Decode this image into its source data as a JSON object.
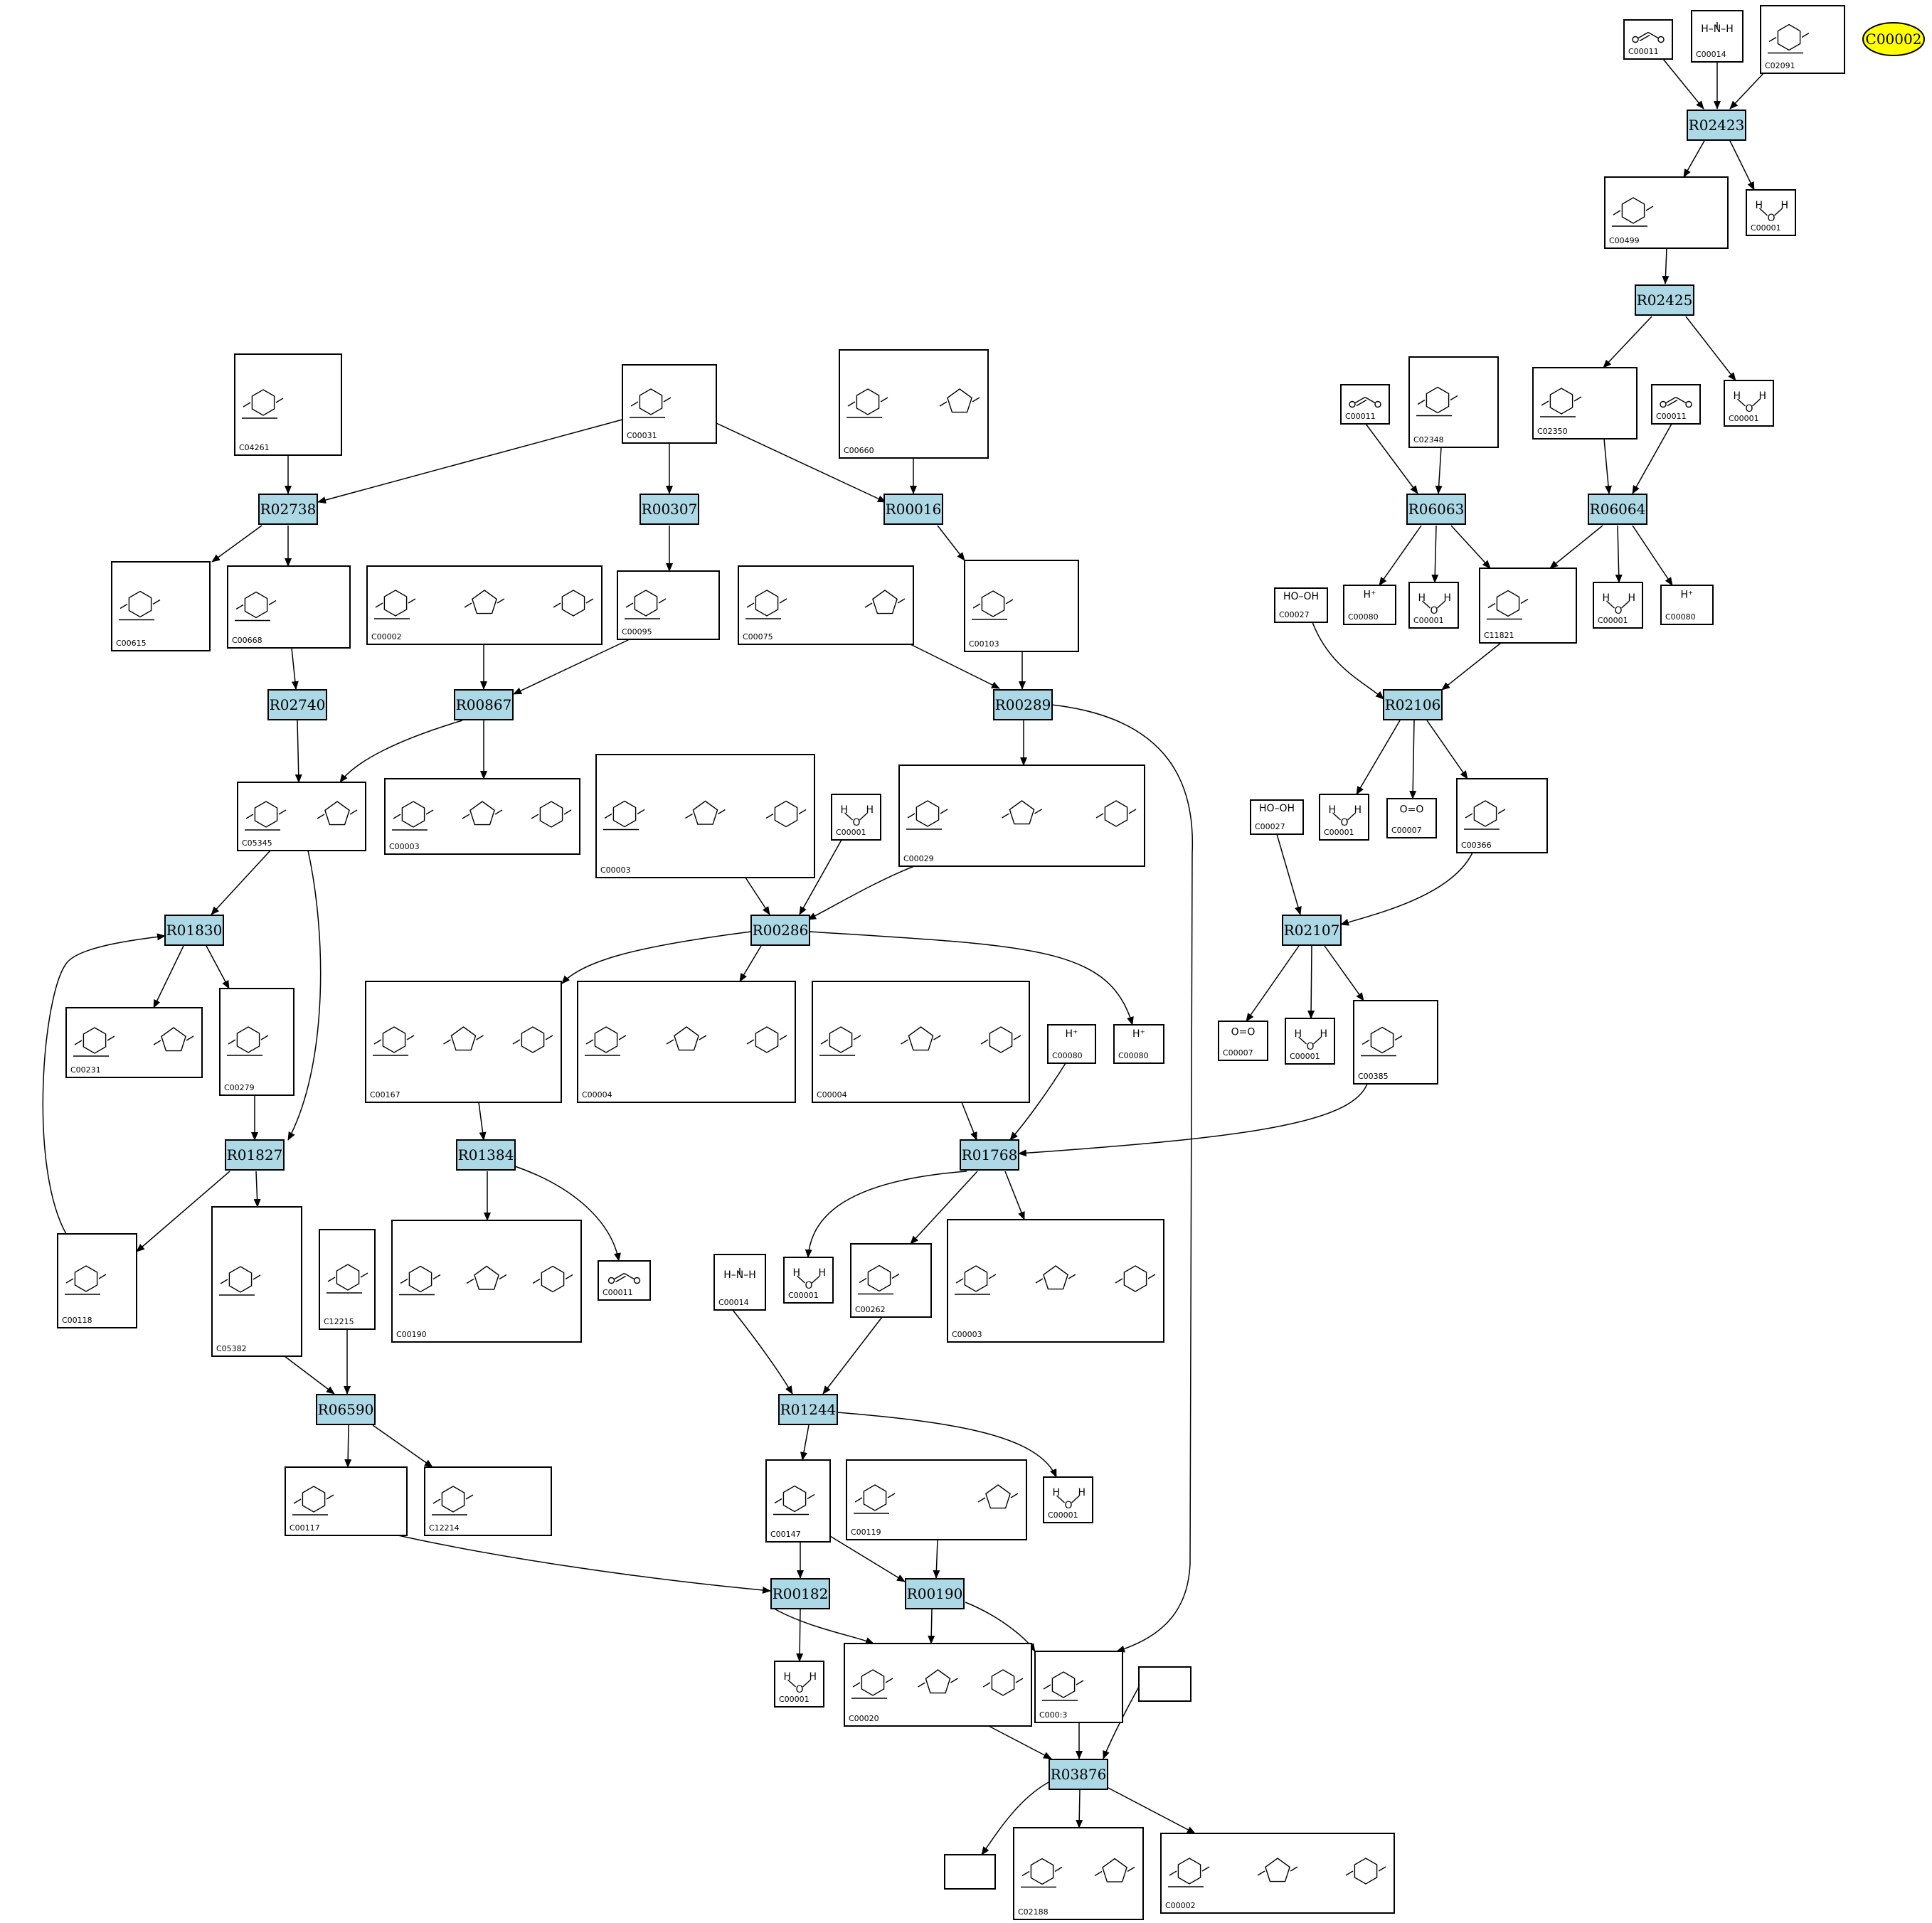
{
  "colors": {
    "reaction_fill": "#add8e6",
    "compound_fill": "#ffffff",
    "highlight_fill": "#ffff00",
    "stroke": "#000000"
  },
  "highlight": {
    "label": "C00002"
  },
  "reactions": {
    "R02423": "R02423",
    "R02425": "R02425",
    "R06063": "R06063",
    "R06064": "R06064",
    "R02106": "R02106",
    "R02107": "R02107",
    "R02738": "R02738",
    "R00307": "R00307",
    "R00016": "R00016",
    "R02740": "R02740",
    "R00867": "R00867",
    "R00289": "R00289",
    "R01830": "R01830",
    "R00286": "R00286",
    "R01827": "R01827",
    "R01384": "R01384",
    "R01768": "R01768",
    "R06590": "R06590",
    "R01244": "R01244",
    "R00182": "R00182",
    "R00190": "R00190",
    "R03876": "R03876"
  },
  "compounds": {
    "n_top_c00011": "C00011",
    "n_top_c00014": "C00014",
    "n_top_c02091": "C02091",
    "n_c00499": "C00499",
    "n_c00001_a": "C00001",
    "n_c00011_b": "C00011",
    "n_c02348": "C02348",
    "n_c02350": "C02350",
    "n_c00011_c": "C00011",
    "n_c00001_b": "C00001",
    "n_c00080_a": "C00080",
    "n_c00001_c": "C00001",
    "n_c11821": "C11821",
    "n_c00001_d": "C00001",
    "n_c00080_b": "C00080",
    "n_c00027_a": "C00027",
    "n_c00001_e": "C00001",
    "n_c00007_a": "C00007",
    "n_c00366": "C00366",
    "n_c00027_b": "C00027",
    "n_c00007_b": "C00007",
    "n_c00001_f": "C00001",
    "n_c00385": "C00385",
    "n_c04261": "C04261",
    "n_c00031": "C00031",
    "n_c00660": "C00660",
    "n_c00615": "C00615",
    "n_c00668": "C00668",
    "n_c00002_a": "C00002",
    "n_c00095": "C00095",
    "n_c00075": "C00075",
    "n_c00103": "C00103",
    "n_c05345": "C05345",
    "n_c00008": "C00003",
    "n_c00003_a": "C00003",
    "n_c00001_g": "C00001",
    "n_c00029": "C00029",
    "n_c00231": "C00231",
    "n_c00279": "C00279",
    "n_c00167": "C00167",
    "n_c00004_a": "C00004",
    "n_c00004_b": "C00004",
    "n_c00080_c": "C00080",
    "n_c00080_d": "C00080",
    "n_c00118": "C00118",
    "n_c05382": "C05382",
    "n_c12215": "C12215",
    "n_c00190": "C00190",
    "n_c00011_d": "C00011",
    "n_c00014_b": "C00014",
    "n_c00001_h": "C00001",
    "n_c00262": "C00262",
    "n_c00003_b": "C00003",
    "n_c00117": "C00117",
    "n_c12214": "C12214",
    "n_c00147": "C00147",
    "n_c00119": "C00119",
    "n_c00001_i": "C00001",
    "n_c00001_j": "C00001",
    "n_c00020": "C00020",
    "n_c00013": "C000:3",
    "n_c02188": "C02188",
    "n_c00002_b": "C00002"
  },
  "formulas": {
    "hplus": "H⁺",
    "hooh": "HO–OH",
    "oxygen": "O=O",
    "water_h": "H",
    "water_o": "O",
    "ammonia": "H–N–H"
  }
}
